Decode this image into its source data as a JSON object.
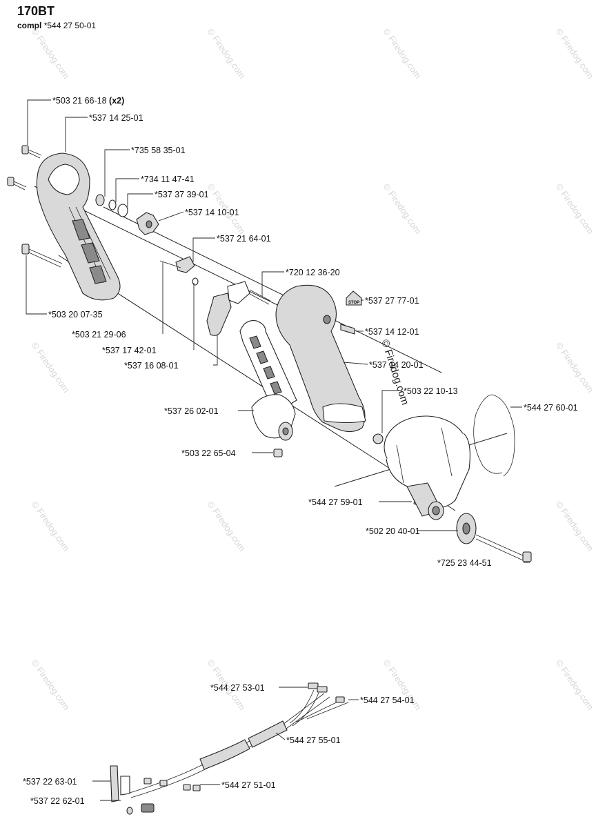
{
  "header": {
    "model": "170BT",
    "compl_prefix": "compl",
    "compl_part": "*544 27 50-01"
  },
  "watermark": {
    "text": "© Firedog.com"
  },
  "labels": {
    "p1": "*503 21 66-18",
    "p1_qty": "(x2)",
    "p2": "*537 14 25-01",
    "p3": "*735 58 35-01",
    "p4": "*734 11 47-41",
    "p5": "*537 37 39-01",
    "p6": "*537 14 10-01",
    "p7": "*537 21 64-01",
    "p8": "*720 12 36-20",
    "p9": "*537 27 77-01",
    "p10": "*537 14 12-01",
    "p11": "*537 14 20-01",
    "p12": "*503 22 10-13",
    "p13": "*544 27 60-01",
    "p14": "*537 26 02-01",
    "p15": "*503 22 65-04",
    "p16": "*544 27 59-01",
    "p17": "*502 20 40-01",
    "p18": "*725 23 44-51",
    "p19": "*503 20 07-35",
    "p20": "*503 21 29-06",
    "p21": "*537 17 42-01",
    "p22": "*537 16 08-01",
    "p23": "*544 27 53-01",
    "p24": "*544 27 54-01",
    "p25": "*544 27 55-01",
    "p26": "*537 22 63-01",
    "p27": "*544 27 51-01",
    "p28": "*537 22 62-01"
  },
  "stop_decal": "STOP"
}
